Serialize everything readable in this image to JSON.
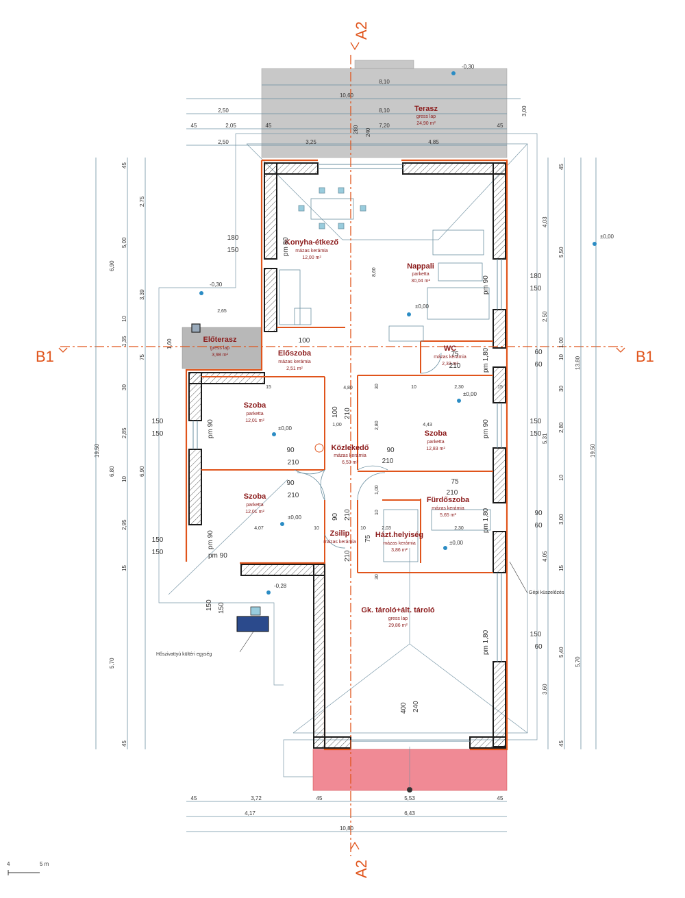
{
  "sections": {
    "a_top": "A2",
    "a_bottom": "A2",
    "b_left": "B1",
    "b_right": "B1"
  },
  "rooms": [
    {
      "name": "Terasz",
      "floor": "gress lap",
      "area": "24,90 m²"
    },
    {
      "name": "Konyha-étkező",
      "floor": "mázas kerámia",
      "area": "12,00 m²"
    },
    {
      "name": "Nappali",
      "floor": "parketta",
      "area": "30,04 m²"
    },
    {
      "name": "Előterasz",
      "floor": "gress lap",
      "area": "3,98 m²"
    },
    {
      "name": "Előszoba",
      "floor": "mázas kerámia",
      "area": "2,51 m²"
    },
    {
      "name": "WC",
      "floor": "mázas kerámia",
      "area": "2,33 m²"
    },
    {
      "name": "Szoba",
      "floor": "parketta",
      "area": "12,01 m²"
    },
    {
      "name": "Szoba",
      "floor": "parketta",
      "area": "12,83 m²"
    },
    {
      "name": "Közlekedő",
      "floor": "mázas kerámia",
      "area": "6,53 m²"
    },
    {
      "name": "Szoba",
      "floor": "parketta",
      "area": "12,01 m²"
    },
    {
      "name": "Fürdőszoba",
      "floor": "mázas kerámia",
      "area": "5,65 m²"
    },
    {
      "name": "Zsilip",
      "floor": "mázas kerámia",
      "area": ""
    },
    {
      "name": "Házt.helyiség",
      "floor": "mázas kerámia",
      "area": "3,86 m²"
    },
    {
      "name": "Gk. tároló+ált. tároló",
      "floor": "gress lap",
      "area": "29,86 m²"
    }
  ],
  "levels": {
    "terrace": "-0,30",
    "front_terrace": "-0,30",
    "main": "±0,00",
    "outside": "-0,28"
  },
  "annotations": {
    "heatpump": "Hőszivattyú kültéri egység",
    "machine": "Gépi küszelőzés"
  },
  "scale": {
    "start": "4",
    "end": "5 m"
  },
  "dims_top": {
    "d1": "8,10",
    "d2": "10,60",
    "d3": "8,10",
    "d4": "7,20",
    "d5": "2,50",
    "d6": "2,05",
    "d7": "2,50",
    "d8": "3,25",
    "d9": "4,85",
    "d10": "45",
    "d11": "45",
    "d12": "45",
    "d13": "280",
    "d14": "240",
    "d15": "3,00"
  },
  "dims_bottom": {
    "d1": "45",
    "d2": "3,72",
    "d3": "45",
    "d4": "5,53",
    "d5": "45",
    "d6": "4,17",
    "d7": "6,43",
    "d8": "10,80"
  },
  "dims_left": {
    "d1": "45",
    "d2": "2,75",
    "d3": "5,00",
    "d4": "6,90",
    "d5": "3,39",
    "d6": "10",
    "d7": "1,35",
    "d8": "75",
    "d9": "30",
    "d10": "2,85",
    "d11": "19,50",
    "d12": "6,80",
    "d13": "6,90",
    "d14": "10",
    "d15": "2,95",
    "d16": "15",
    "d17": "5,70",
    "d18": "45",
    "d19": "1,60"
  },
  "dims_right": {
    "d1": "45",
    "d2": "4,03",
    "d3": "5,50",
    "d4": "2,50",
    "d5": "1,00",
    "d6": "10",
    "d7": "13,80",
    "d8": "30",
    "d9": "2,80",
    "d10": "5,31",
    "d11": "19,50",
    "d12": "10",
    "d13": "3,00",
    "d14": "4,05",
    "d15": "5,40",
    "d16": "5,70",
    "d17": "3,60",
    "d18": "45",
    "d19": "15"
  },
  "openings": {
    "o180a": "180",
    "o150a": "150",
    "o180b": "180",
    "o150b": "150",
    "o100": "100",
    "o90a": "90",
    "o210a": "210",
    "o90b": "90",
    "o210b": "210",
    "o90c": "90",
    "o210c": "210",
    "o150c": "150",
    "o150d": "150",
    "o150e": "150",
    "o150f": "150",
    "o150g": "150",
    "o150h": "150",
    "o60a": "60",
    "o60b": "60",
    "o75a": "75",
    "o210d": "210",
    "o75b": "75",
    "o210e": "210",
    "o90d": "90",
    "o60c": "60",
    "o150i": "150",
    "o60d": "60",
    "o400": "400",
    "o240": "240",
    "o100b": "100",
    "o210f": "210",
    "o90e": "90",
    "o210g": "210",
    "o75c": "75",
    "o210h": "210",
    "o150j": "150",
    "o150k": "150",
    "pm90a": "pm 90",
    "pm90b": "pm 90",
    "pm90c": "pm 90",
    "pm90d": "pm 90",
    "pm180a": "pm 1,80",
    "pm180b": "pm 1,80",
    "pm180c": "pm 1,80",
    "pm90e": "pm 90",
    "pm90f": "pm 90",
    "pm80": "pm 80",
    "d4_80": "4,80",
    "d4_43": "4,43",
    "d4_07": "4,07",
    "d2_30a": "2,30",
    "d2_30b": "2,30",
    "d2_03": "2,03",
    "d1_00": "1,00",
    "d10a": "10",
    "d10b": "10",
    "d10c": "10",
    "d10d": "10",
    "d15a": "15",
    "d15b": "15",
    "d8_60": "8,60",
    "d2_65": "2,65",
    "d30a": "30",
    "d30b": "30",
    "d30c": "30",
    "d2_80b": "2,80",
    "d1_00b": "1,00"
  },
  "colors": {
    "wall": "#1a1a1a",
    "insulation": "#e0541b",
    "terrace": "#c8c8c8",
    "driveway": "#f08a95",
    "section": "#e0541b",
    "dim": "#6a8fa0"
  }
}
